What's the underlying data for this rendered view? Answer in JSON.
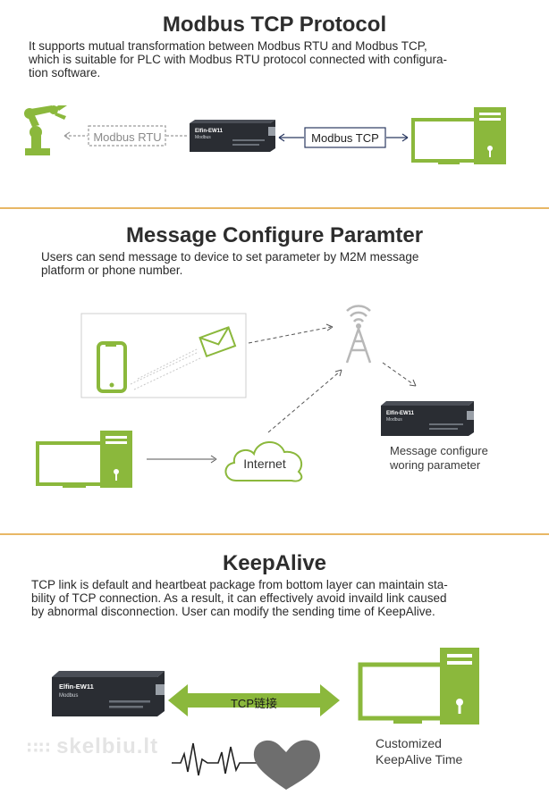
{
  "sections": {
    "modbus": {
      "title": "Modbus TCP Protocol",
      "desc": [
        "It supports mutual transformation between Modbus RTU and Modbus TCP,",
        "which is suitable for PLC with Modbus RTU protocol connected with configura-",
        "tion software."
      ],
      "rtu_label": "Modbus RTU",
      "tcp_label": "Modbus TCP"
    },
    "message": {
      "title": "Message Configure Paramter",
      "desc": [
        "Users can send message to device to set parameter by M2M message",
        "platform or phone number."
      ],
      "internet_label": "Internet",
      "caption": [
        "Message configure",
        "woring parameter"
      ]
    },
    "keepalive": {
      "title": "KeepAlive",
      "desc": [
        "TCP link is default and heartbeat package from bottom layer can maintain sta-",
        "bility of TCP connection. As a result, it can effectively avoid invaild link caused",
        "by abnormal disconnection. User can modify the sending time of KeepAlive."
      ],
      "link_label": "TCP链接",
      "caption": [
        "Customized",
        "KeepAlive Time"
      ]
    }
  },
  "device": {
    "brand": "Elfin-EW11",
    "sub": "Modbus"
  },
  "watermark": "skelbiu.lt",
  "colors": {
    "green": "#8bb83c",
    "divider": "#e8b765",
    "device_dark": "#2a2d33",
    "gray_dash": "#9a9a9a",
    "navy": "#2b3a62"
  },
  "icons": [
    "robot-arm-icon",
    "computer-icon",
    "phone-icon",
    "envelope-icon",
    "antenna-icon",
    "cloud-icon",
    "heart-icon",
    "heartbeat-icon",
    "device-icon"
  ]
}
